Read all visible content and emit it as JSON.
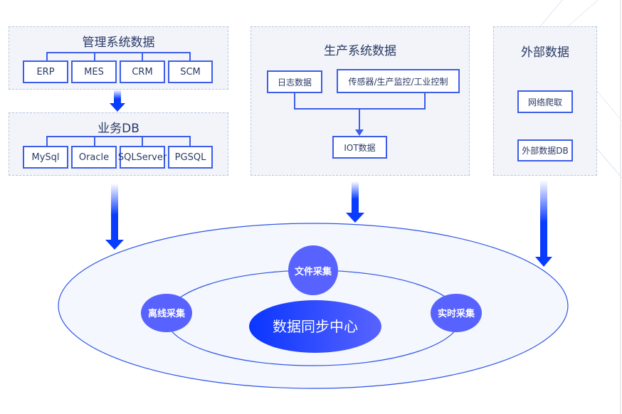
{
  "colors": {
    "accent": "#3c5ee8",
    "arrow": "#0a3cff",
    "card_bg": "#f2f4f9",
    "bubble": "#5863ff",
    "ellipse_fill": "#f4f7fd"
  },
  "management": {
    "title": "管理系统数据",
    "items": [
      "ERP",
      "MES",
      "CRM",
      "SCM"
    ]
  },
  "business_db": {
    "title": "业务DB",
    "items": [
      "MySql",
      "Oracle",
      "SQLServer",
      "PGSQL"
    ]
  },
  "production": {
    "title": "生产系统数据",
    "sources": [
      "日志数据",
      "传感器/生产监控/工业控制"
    ],
    "target": "IOT数据"
  },
  "external": {
    "title": "外部数据",
    "items": [
      "网络爬取",
      "外部数据DB"
    ]
  },
  "hub": {
    "center": "数据同步中心",
    "methods": [
      "文件采集",
      "离线采集",
      "实时采集"
    ]
  }
}
